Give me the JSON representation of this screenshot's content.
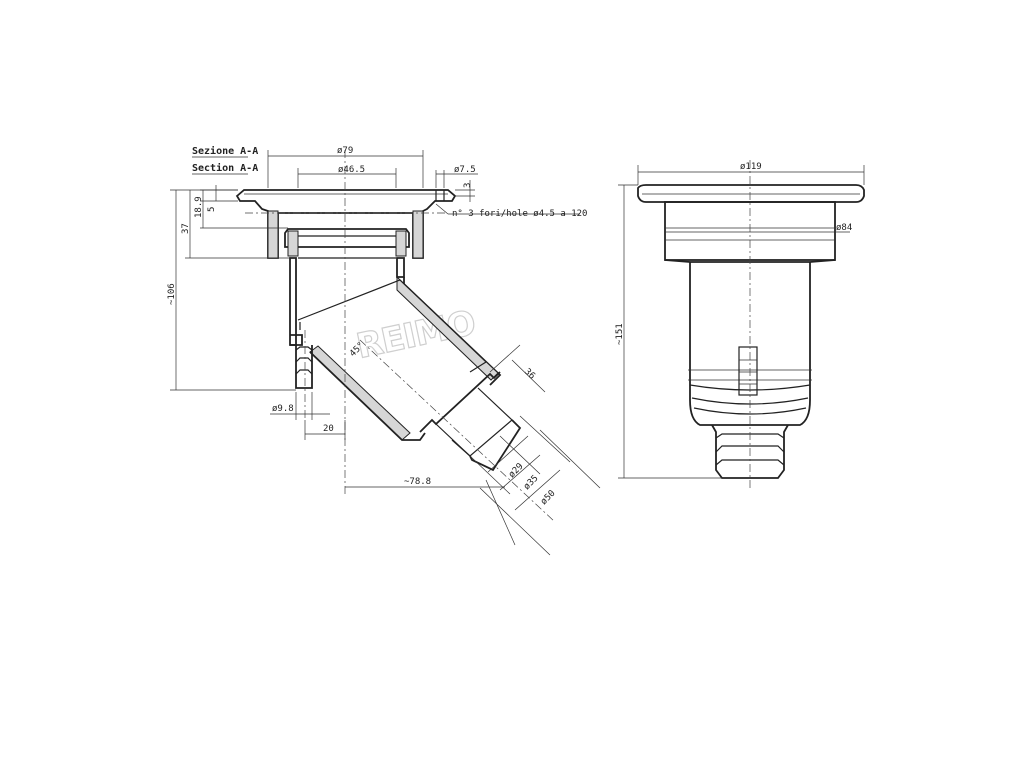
{
  "section": {
    "title_it": "Sezione A-A",
    "title_en": "Section A-A"
  },
  "watermark": "REIMO",
  "dims": {
    "d79": "ø79",
    "d46_5": "ø46.5",
    "d7_5": "ø7.5",
    "d3": "3",
    "holes": "n° 3 fori/hole ø4.5 a 120",
    "d5": "5",
    "d18_9": "18.9",
    "d37": "37",
    "d106": "~106",
    "angle": "45°",
    "d36": "36",
    "d9_8": "ø9.8",
    "d20": "20",
    "d78_8": "~78.8",
    "d29": "ø29",
    "d35": "ø35",
    "d50": "ø50",
    "d119": "ø119",
    "d84": "ø84",
    "d151": "~151"
  }
}
